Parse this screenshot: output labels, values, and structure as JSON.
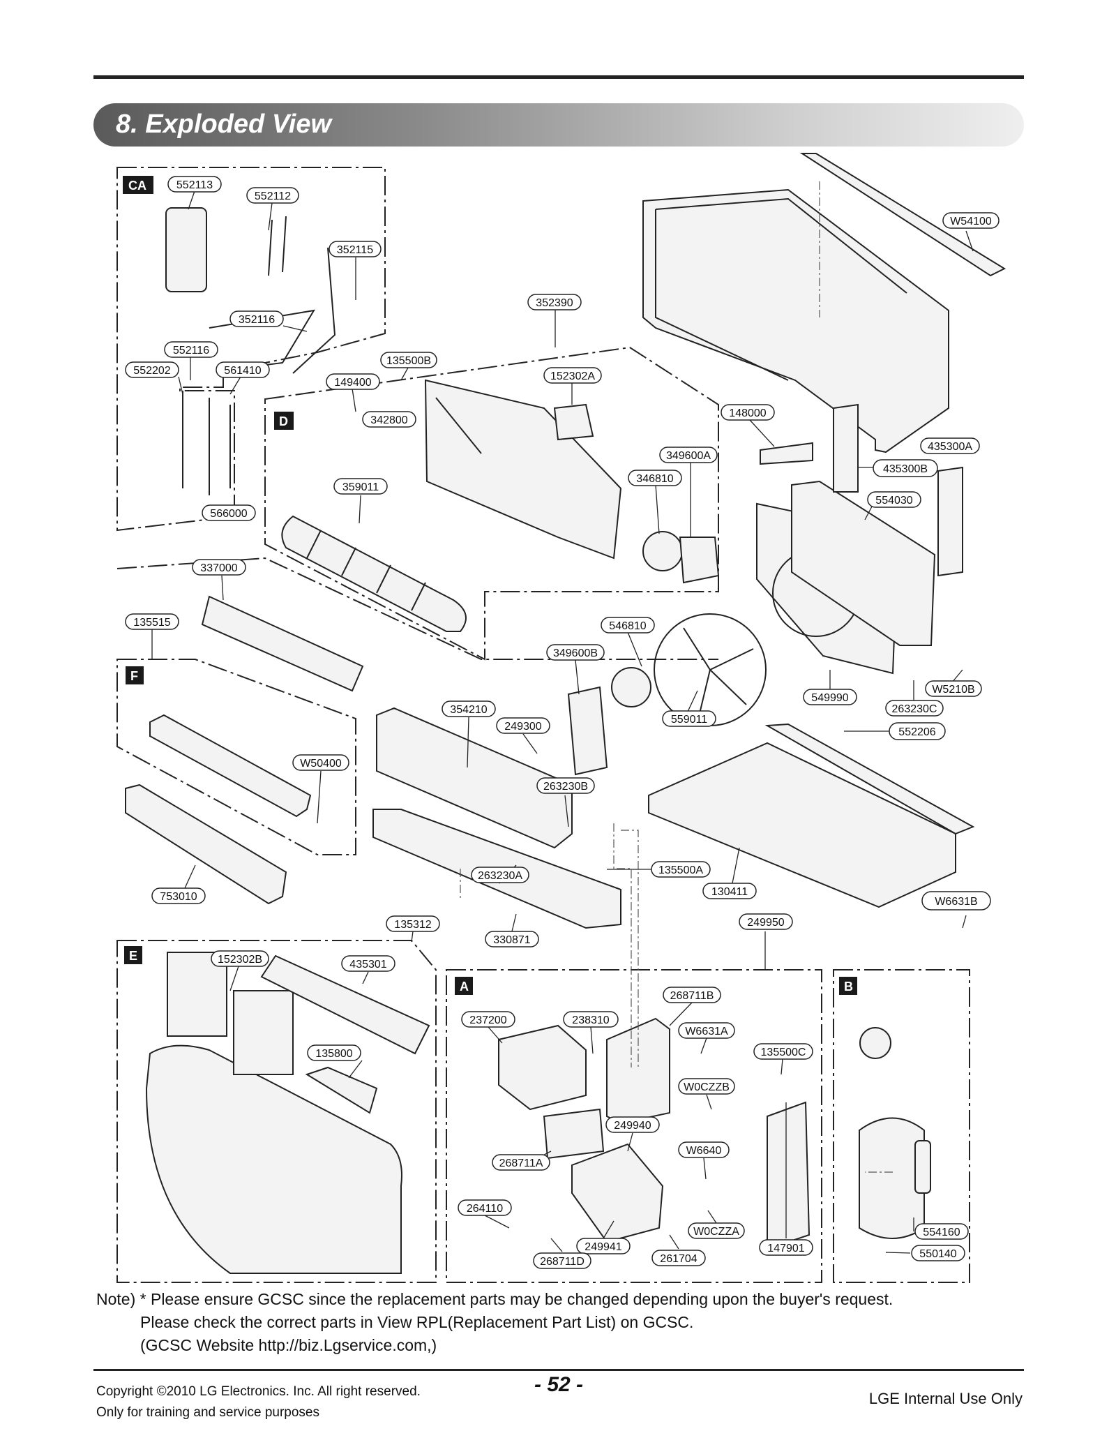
{
  "header": {
    "title": "8. Exploded View"
  },
  "sections": [
    "CA",
    "D",
    "F",
    "E",
    "A",
    "B"
  ],
  "part_labels": {
    "p552113": "552113",
    "p552112": "552112",
    "p352115": "352115",
    "p352116": "352116",
    "p552116": "552116",
    "p552202": "552202",
    "p561410": "561410",
    "p566000": "566000",
    "p352390": "352390",
    "p135500B": "135500B",
    "p149400": "149400",
    "p342800": "342800",
    "p152302A": "152302A",
    "p349600A": "349600A",
    "p346810": "346810",
    "p359011": "359011",
    "p148000": "148000",
    "pW54100": "W54100",
    "p435300A": "435300A",
    "p435300B": "435300B",
    "p554030": "554030",
    "p337000": "337000",
    "p135515": "135515",
    "p546810": "546810",
    "p349600B": "349600B",
    "p549990": "549990",
    "pW5210B": "W5210B",
    "p263230C": "263230C",
    "p552206": "552206",
    "p354210": "354210",
    "p249300": "249300",
    "p559011": "559011",
    "pW50400": "W50400",
    "p263230B": "263230B",
    "p263230A": "263230A",
    "p135500A": "135500A",
    "p130411": "130411",
    "pW6631B": "W6631B",
    "p753010": "753010",
    "p135312": "135312",
    "p330871": "330871",
    "p249950": "249950",
    "p152302B": "152302B",
    "p435301": "435301",
    "p135800": "135800",
    "p268711B": "268711B",
    "p237200": "237200",
    "p238310": "238310",
    "pW6631A": "W6631A",
    "p135500C": "135500C",
    "pW0CZZB": "W0CZZB",
    "p249940": "249940",
    "pW6640": "W6640",
    "p268711A": "268711A",
    "p264110": "264110",
    "pW0CZZA": "W0CZZA",
    "p249941": "249941",
    "p268711D": "268711D",
    "p261704": "261704",
    "p147901": "147901",
    "p554160": "554160",
    "p550140": "550140"
  },
  "note": {
    "line1": "Note) * Please ensure GCSC since the replacement parts may be changed depending upon the buyer's request.",
    "line2": "Please check  the correct parts in View RPL(Replacement Part List) on GCSC.",
    "line3": "(GCSC Website  http://biz.Lgservice.com,)"
  },
  "footer": {
    "copyright": "Copyright ©2010 LG Electronics. Inc. All right reserved.",
    "training": "Only for training and service purposes",
    "page_number": "- 52 -",
    "internal": "LGE Internal Use Only"
  }
}
